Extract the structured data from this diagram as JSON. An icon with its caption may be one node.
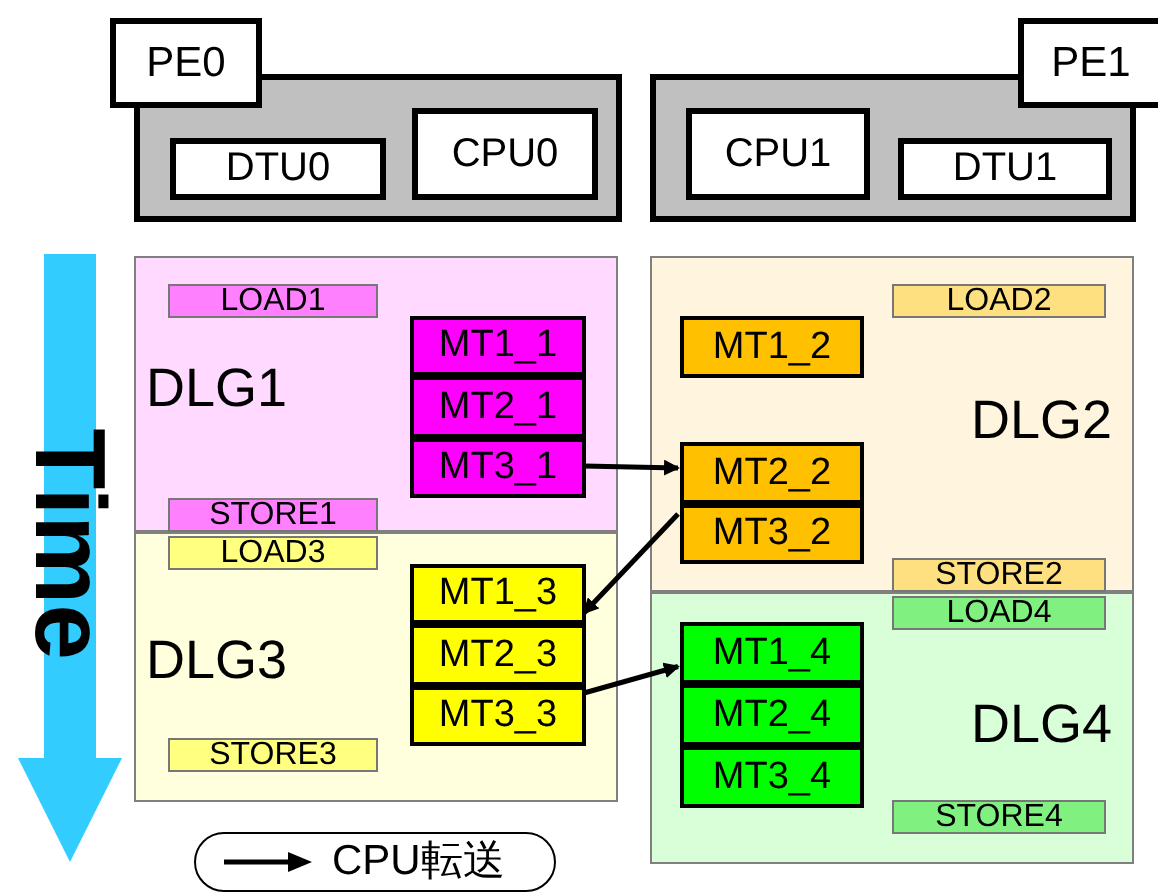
{
  "diagram": {
    "nodes": [
      {
        "text": [
          "PE0"
        ]
      },
      {
        "text": [
          "DTU0"
        ],
        "in": 0
      },
      {
        "text": [
          "CPU0"
        ],
        "in": 0
      },
      {
        "text": [
          "PE1"
        ]
      },
      {
        "text": [
          "CPU1"
        ],
        "in": 3
      },
      {
        "text": [
          "DTU1"
        ],
        "in": 3
      },
      {
        "text": [
          "DLG1"
        ]
      },
      {
        "text": [
          "LOAD1"
        ],
        "in": 6
      },
      {
        "text": [
          "MT1_1"
        ],
        "in": 6
      },
      {
        "text": [
          "MT2_1"
        ],
        "in": 6
      },
      {
        "text": [
          "MT3_1"
        ],
        "in": 6
      },
      {
        "text": [
          "STORE1"
        ],
        "in": 6
      },
      {
        "text": [
          "DLG2"
        ]
      },
      {
        "text": [
          "LOAD2"
        ],
        "in": 12
      },
      {
        "text": [
          "MT1_2"
        ],
        "in": 12
      },
      {
        "text": [
          "MT2_2"
        ],
        "in": 12
      },
      {
        "text": [
          "MT3_2"
        ],
        "in": 12
      },
      {
        "text": [
          "STORE2"
        ],
        "in": 12
      },
      {
        "text": [
          "DLG3"
        ]
      },
      {
        "text": [
          "LOAD3"
        ],
        "in": 18
      },
      {
        "text": [
          "MT1_3"
        ],
        "in": 18
      },
      {
        "text": [
          "MT2_3"
        ],
        "in": 18
      },
      {
        "text": [
          "MT3_3"
        ],
        "in": 18
      },
      {
        "text": [
          "STORE3"
        ],
        "in": 18
      },
      {
        "text": [
          "DLG4"
        ]
      },
      {
        "text": [
          "LOAD4"
        ],
        "in": 24
      },
      {
        "text": [
          "MT1_4"
        ],
        "in": 24
      },
      {
        "text": [
          "MT2_4"
        ],
        "in": 24
      },
      {
        "text": [
          "MT3_4"
        ],
        "in": 24
      },
      {
        "text": [
          "STORE4"
        ],
        "in": 24
      }
    ],
    "edges": [
      {
        "from": 10,
        "to": 15,
        "arrow": "to"
      },
      {
        "from": 16,
        "to": 20,
        "arrow": "to"
      },
      {
        "from": 22,
        "to": 26,
        "arrow": "to"
      }
    ],
    "labels": [
      "Time"
    ],
    "legend": [
      {
        "text": "CPU転送"
      }
    ]
  }
}
